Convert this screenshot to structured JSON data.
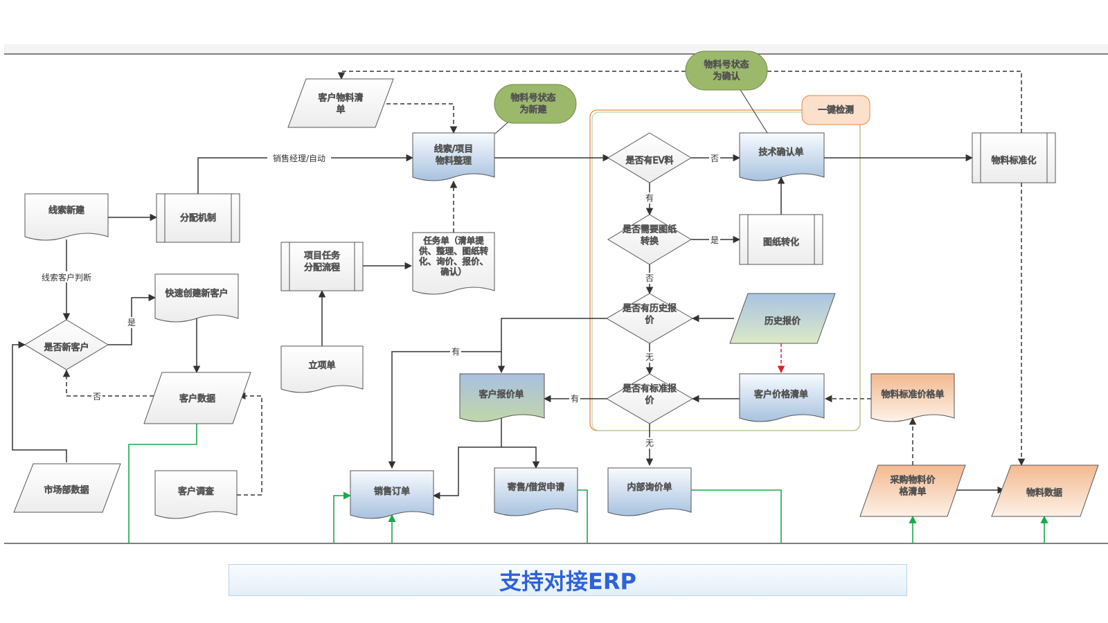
{
  "nodes": {
    "customer_material_list": "客户物料清\n单",
    "lead_material_sort": "线索/项目\n物料整理",
    "status_new": "物料号状态\n为新建",
    "status_confirm": "物料号状态\n为确认",
    "one_click_check": "一键检测",
    "lead_new": "线索新建",
    "assign_mechanism": "分配机制",
    "project_task_flow": "项目任务\n分配流程",
    "task_sheet": "任务单（清单提\n供、整理、图纸转\n化、询价、报价、\n确认）",
    "project_sheet": "立项单",
    "is_ev": "是否有EV料",
    "tech_confirm": "技术确认单",
    "need_drawing": "是否需要图纸\n转换",
    "drawing_convert": "图纸转化",
    "material_standardize": "物料标准化",
    "has_history_quote": "是否有历史报\n价",
    "history_quote": "历史报价",
    "has_standard_quote": "是否有标准报\n价",
    "customer_price_list": "客户价格清单",
    "material_std_price": "物料标准价格单",
    "quick_create_customer": "快速创建新客户",
    "is_new_customer": "是否新客户",
    "customer_data": "客户数据",
    "market_data": "市场部数据",
    "customer_survey": "客户调查",
    "customer_quote": "客户报价单",
    "sales_order": "销售订单",
    "consign_apply": "寄售/借货申请",
    "internal_inquiry": "内部询价单",
    "purchase_price_list": "采购物料价\n格清单",
    "material_data": "物料数据"
  },
  "edge_labels": {
    "sales_manager_auto": "销售经理/自动",
    "lead_customer_judge": "线索客户判断",
    "yes": "是",
    "no": "否",
    "have": "有",
    "none": "无"
  },
  "banner": {
    "text": "支持对接ERP"
  },
  "colors": {
    "tag_green": "#9cb86b",
    "tag_orange": "#fbe0cc",
    "border_orange": "#e7873e",
    "erp_line": "#19a94a",
    "red_arrow": "#e02020",
    "blue_grad_top": "#f7fbff",
    "blue_grad_bottom": "#a9c3e0"
  }
}
